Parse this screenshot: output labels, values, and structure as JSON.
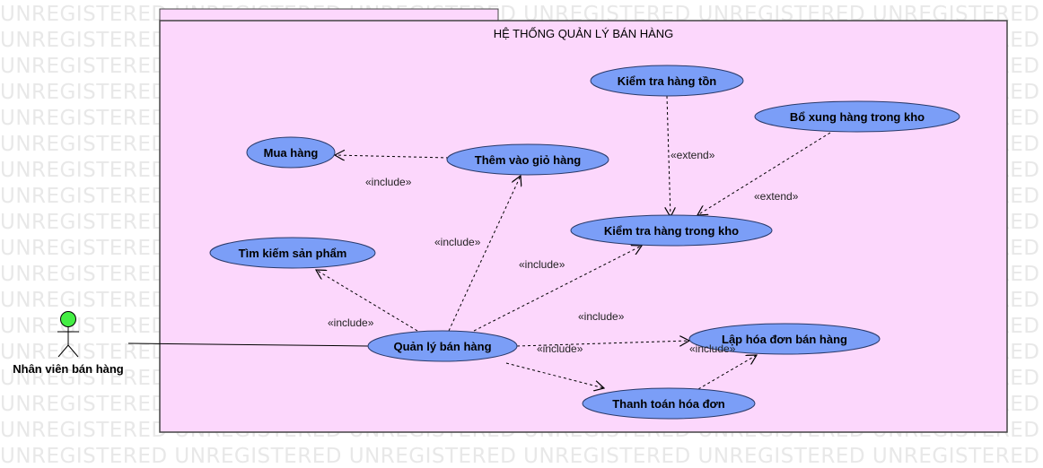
{
  "watermark": {
    "text": "UNREGISTERED"
  },
  "system": {
    "title": "HỆ THỐNG QUẢN LÝ  BÁN HÀNG"
  },
  "actor": {
    "name": "Nhân viên bán hàng"
  },
  "use_cases": {
    "mua_hang": "Mua hàng",
    "them_gio_hang": "Thêm vào giỏ hàng",
    "tim_kiem": "Tìm kiếm sản phẩm",
    "quan_ly": "Quản lý bán hàng",
    "kiem_tra_ton": "Kiểm tra hàng tồn",
    "bo_xung": "Bổ xung hàng trong kho",
    "kiem_tra_kho": "Kiểm tra hàng trong kho",
    "lap_hoa_don": "Lập hóa đơn bán hàng",
    "thanh_toan": "Thanh toán hóa đơn"
  },
  "relations": {
    "include_mua": "«include»",
    "include_them": "«include»",
    "include_kho": "«include»",
    "include_tim": "«include»",
    "include_lap": "«include»",
    "include_lap2": "«include»",
    "include_tt": "«include»",
    "extend_ton": "«extend»",
    "extend_bx": "«extend»"
  }
}
